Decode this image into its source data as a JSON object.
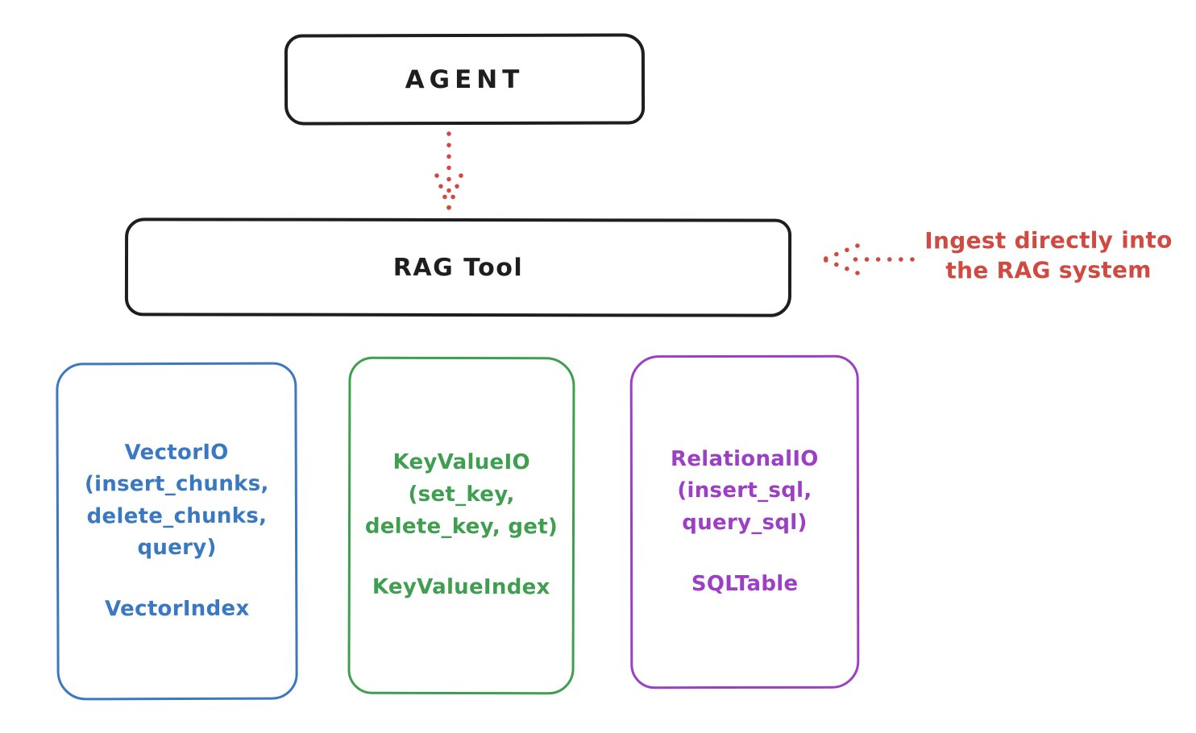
{
  "diagram": {
    "kind": "hand-drawn architecture diagram (RAG tool storage backends)",
    "colors": {
      "stroke_black": "#1e1e1e",
      "red": "#d14a42",
      "blue": "#3a79c2",
      "green": "#3f9e4f",
      "purple": "#9c3fc4",
      "background": "#ffffff"
    },
    "nodes": {
      "agent": {
        "label": "AGENT"
      },
      "rag_tool": {
        "label": "RAG Tool"
      },
      "vector": {
        "title": "VectorIO\n(insert_chunks,\ndelete_chunks,\nquery)",
        "index": "VectorIndex"
      },
      "keyvalue": {
        "title": "KeyValueIO\n(set_key,\ndelete_key, get)",
        "index": "KeyValueIndex"
      },
      "relational": {
        "title": "RelationalIO\n(insert_sql,\nquery_sql)",
        "index": "SQLTable"
      }
    },
    "annotation": {
      "text": "Ingest directly into\nthe RAG system"
    },
    "edges": [
      {
        "from": "agent",
        "to": "rag_tool",
        "style": "dotted",
        "color": "#d14a42"
      },
      {
        "from": "annotation",
        "to": "rag_tool",
        "style": "dotted",
        "color": "#d14a42"
      }
    ]
  }
}
